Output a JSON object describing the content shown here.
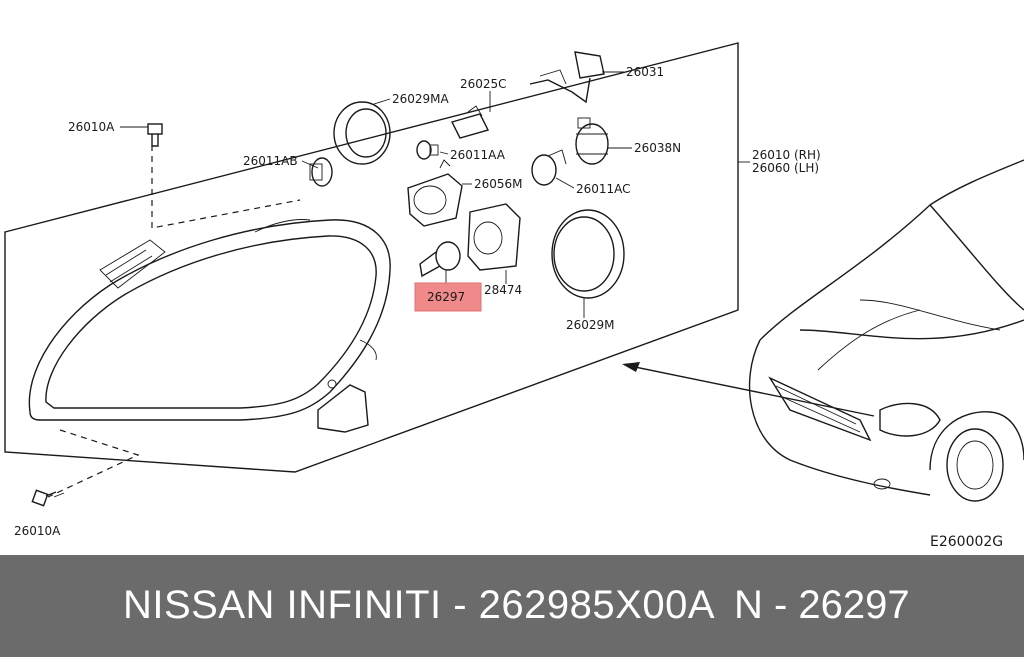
{
  "labels": {
    "p26010A_top": "26010A",
    "p26011AB": "26011AB",
    "p26029MA": "26029MA",
    "p26025C": "26025C",
    "p26031": "26031",
    "p26011AA": "26011AA",
    "p26038N": "26038N",
    "p26056M": "26056M",
    "p26011AC": "26011AC",
    "p26010_rh": "26010 (RH)",
    "p26060_lh": "26060 (LH)",
    "p26297": "26297",
    "p28474": "28474",
    "p26029M": "26029M",
    "p26010A_bottom": "26010A",
    "diagram_code": "E260002G"
  },
  "highlight_color": "#f08a8a",
  "footer": {
    "left_text": "NISSAN INFINITI - 262985X00A",
    "right_text": "N - 26297"
  }
}
